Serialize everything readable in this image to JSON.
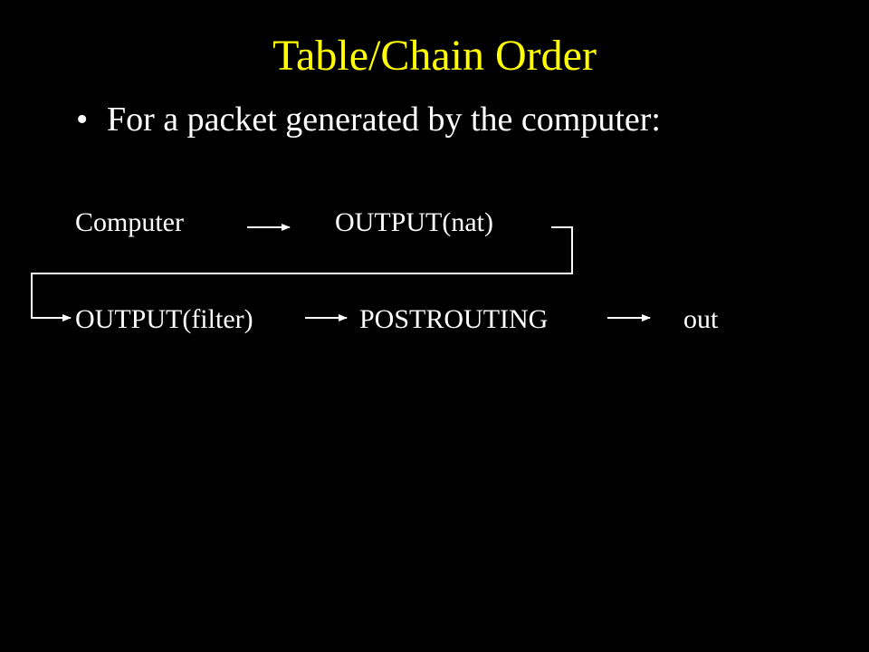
{
  "slide": {
    "title": "Table/Chain Order",
    "bullet_symbol": "•",
    "bullet_text": "For a packet generated by the computer:"
  },
  "diagram": {
    "nodes": {
      "computer": "Computer",
      "output_nat": "OUTPUT(nat)",
      "output_filter": "OUTPUT(filter)",
      "postrouting": "POSTROUTING",
      "out": "out"
    },
    "flow_order": [
      "computer",
      "output_nat",
      "output_filter",
      "postrouting",
      "out"
    ]
  },
  "colors": {
    "background": "#000000",
    "title": "#ffff00",
    "text": "#ffffff",
    "lines": "#ffffff"
  }
}
